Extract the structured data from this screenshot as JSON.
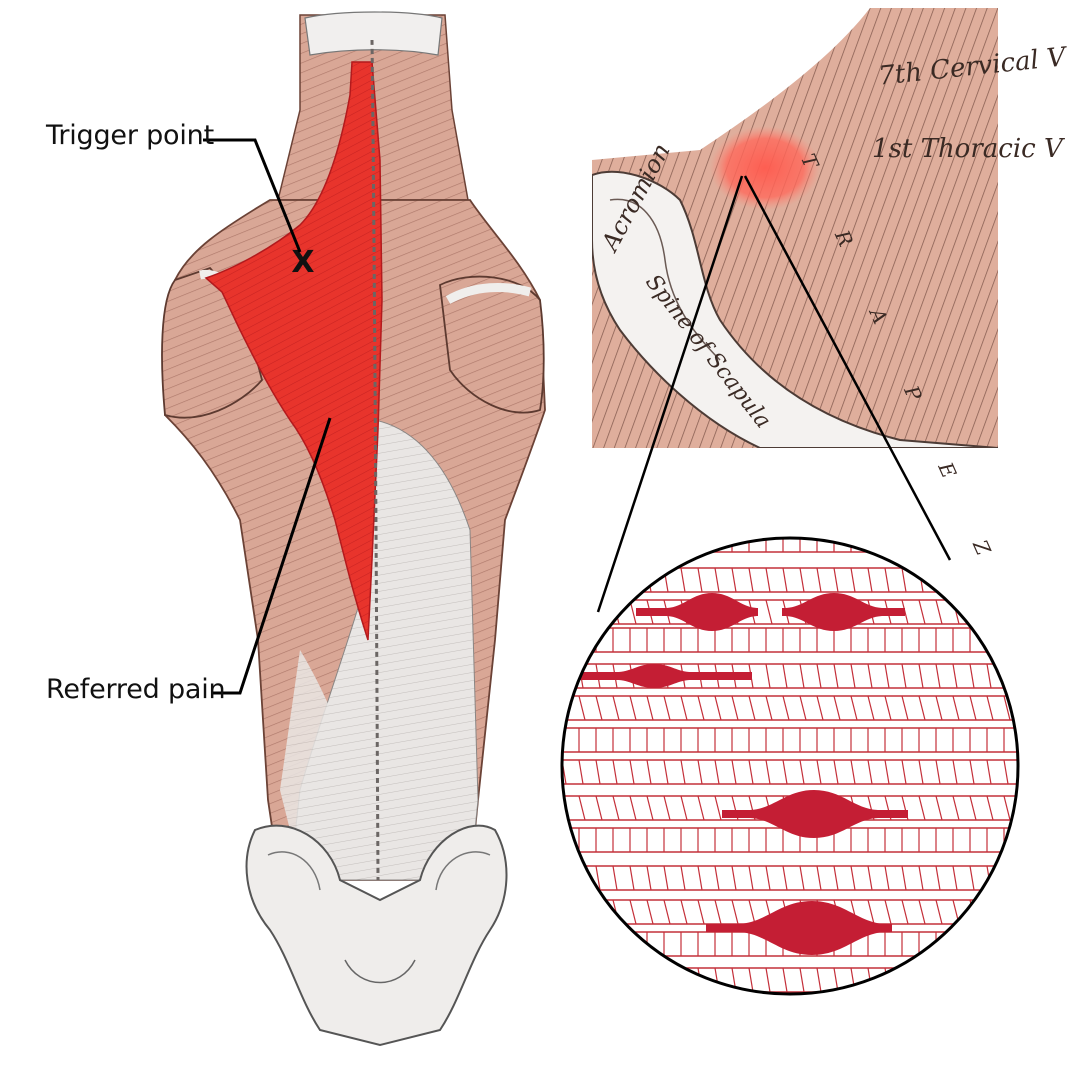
{
  "labels": {
    "trigger_point": "Trigger point",
    "referred_pain": "Referred pain"
  },
  "marker": "X",
  "detail_labels": {
    "cervical": "7th Cervical V",
    "thoracic": "1st Thoracic V",
    "acromion": "Acromion",
    "spine_of_scapula": "Spine of Scapula",
    "trapezius": "T R A P E Z"
  },
  "colors": {
    "muscle": "#d9a796",
    "muscle_dark": "#7a4a3e",
    "highlight": "#e8342c",
    "bone": "#eeeeee",
    "fiber_line": "#c4303a",
    "nodule": "#c41e34"
  }
}
